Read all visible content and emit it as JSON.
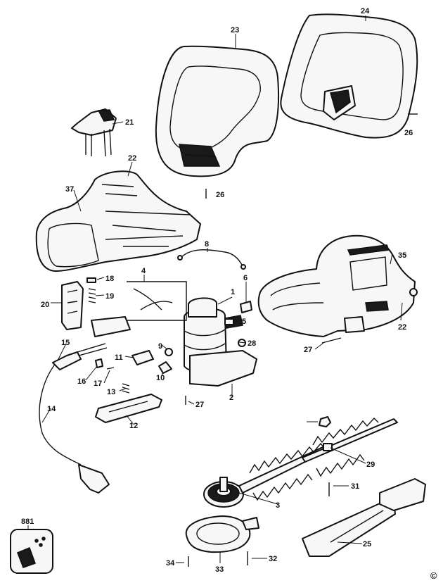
{
  "labels": {
    "p1": "1",
    "p2": "2",
    "p3": "3",
    "p4": "4",
    "p5": "5",
    "p6": "6",
    "p8": "8",
    "p9": "9",
    "p10": "10",
    "p11": "11",
    "p12": "12",
    "p13": "13",
    "p14": "14",
    "p15": "15",
    "p16": "16",
    "p17": "17",
    "p18": "18",
    "p19": "19",
    "p20": "20",
    "p21": "21",
    "p22a": "22",
    "p22b": "22",
    "p23": "23",
    "p24": "24",
    "p25": "25",
    "p26a": "26",
    "p26b": "26",
    "p27a": "27",
    "p27b": "27",
    "p28": "28",
    "p29": "29",
    "p31": "31",
    "p32": "32",
    "p33": "33",
    "p34": "34",
    "p35": "35",
    "p37": "37",
    "p881": "881"
  },
  "copyright_symbol": "©"
}
